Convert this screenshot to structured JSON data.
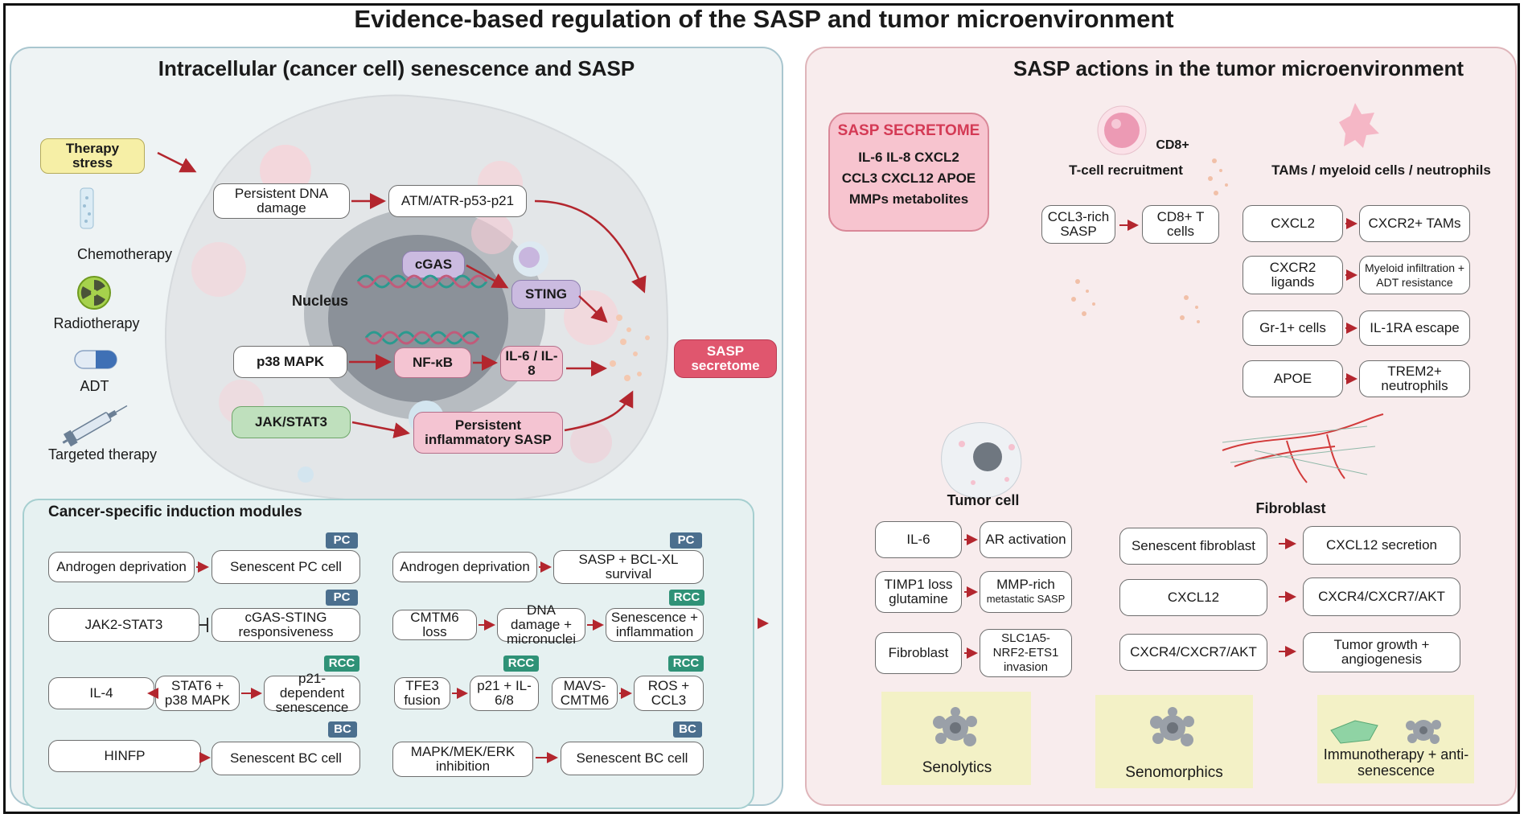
{
  "title": "Evidence-based regulation of the SASP and tumor microenvironment",
  "left": {
    "title": "Intracellular (cancer cell) senescence and SASP",
    "therapy_stress": "Therapy stress",
    "therapies": [
      "Chemotherapy",
      "Radiotherapy",
      "ADT",
      "Targeted therapy"
    ],
    "nucleus": "Nucleus",
    "nodes": {
      "dna_damage": "Persistent DNA damage",
      "atm": "ATM/ATR-p53-p21",
      "cgas": "cGAS",
      "sting": "STING",
      "p38": "p38 MAPK",
      "nfkb": "NF-κB",
      "il6": "IL-6 / IL-8",
      "jak": "JAK/STAT3",
      "persistent": "Persistent inflammatory SASP",
      "secretome": "SASP secretome"
    }
  },
  "modules": {
    "title": "Cancer-specific induction modules",
    "tags": {
      "pc": "PC",
      "rcc": "RCC",
      "bc": "BC"
    },
    "items": {
      "m1a": "Androgen deprivation",
      "m1b": "Senescent PC cell",
      "m2a": "Androgen deprivation",
      "m2b": "SASP + BCL-XL survival",
      "m3a": "JAK2-STAT3",
      "m3b": "cGAS-STING responsiveness",
      "m4a": "CMTM6 loss",
      "m4b": "DNA damage + micronuclei",
      "m4c": "Senescence + inflammation",
      "m5a": "IL-4",
      "m5b": "STAT6 + p38 MAPK",
      "m5c": "p21-dependent senescence",
      "m6a": "TFE3 fusion",
      "m6b": "p21 + IL-6/8",
      "m7a": "MAVS-CMTM6",
      "m7b": "ROS + CCL3",
      "m8a": "HINFP",
      "m8b": "Senescent BC cell",
      "m9a": "MAPK/MEK/ERK inhibition",
      "m9b": "Senescent BC cell"
    }
  },
  "right": {
    "title": "SASP actions in the tumor microenvironment",
    "secretome": {
      "head": "SASP SECRETOME",
      "l1": "IL-6 IL-8 CXCL2",
      "l2": "CCL3 CXCL12 APOE",
      "l3": "MMPs metabolites"
    },
    "cd8": "CD8+",
    "tcell": "T-cell recruitment",
    "tams": "TAMs / myeloid cells / neutrophils",
    "tc": {
      "a": "CCL3-rich SASP",
      "b": "CD8+ T cells"
    },
    "myeloid": [
      {
        "a": "CXCL2",
        "b": "CXCR2+ TAMs"
      },
      {
        "a": "CXCR2 ligands",
        "b": "Myeloid infiltration + ADT resistance"
      },
      {
        "a": "Gr-1+ cells",
        "b": "IL-1RA escape"
      },
      {
        "a": "APOE",
        "b": "TREM2+ neutrophils"
      }
    ],
    "tumor_cell": "Tumor cell",
    "fibroblast": "Fibroblast",
    "tumor": [
      {
        "a": "IL-6",
        "b": "AR activation"
      },
      {
        "a": "TIMP1 loss glutamine",
        "b": "MMP-rich",
        "b2": "metastatic SASP"
      },
      {
        "a": "Fibroblast",
        "b": "SLC1A5-NRF2-ETS1 invasion"
      }
    ],
    "fib": [
      {
        "a": "Senescent fibroblast",
        "b": "CXCL12 secretion"
      },
      {
        "a": "CXCL12",
        "b": "CXCR4/CXCR7/AKT"
      },
      {
        "a": "CXCR4/CXCR7/AKT",
        "b": "Tumor growth + angiogenesis"
      }
    ],
    "therapy_boxes": [
      "Senolytics",
      "Senomorphics",
      "Immunotherapy + anti-senescence"
    ]
  }
}
